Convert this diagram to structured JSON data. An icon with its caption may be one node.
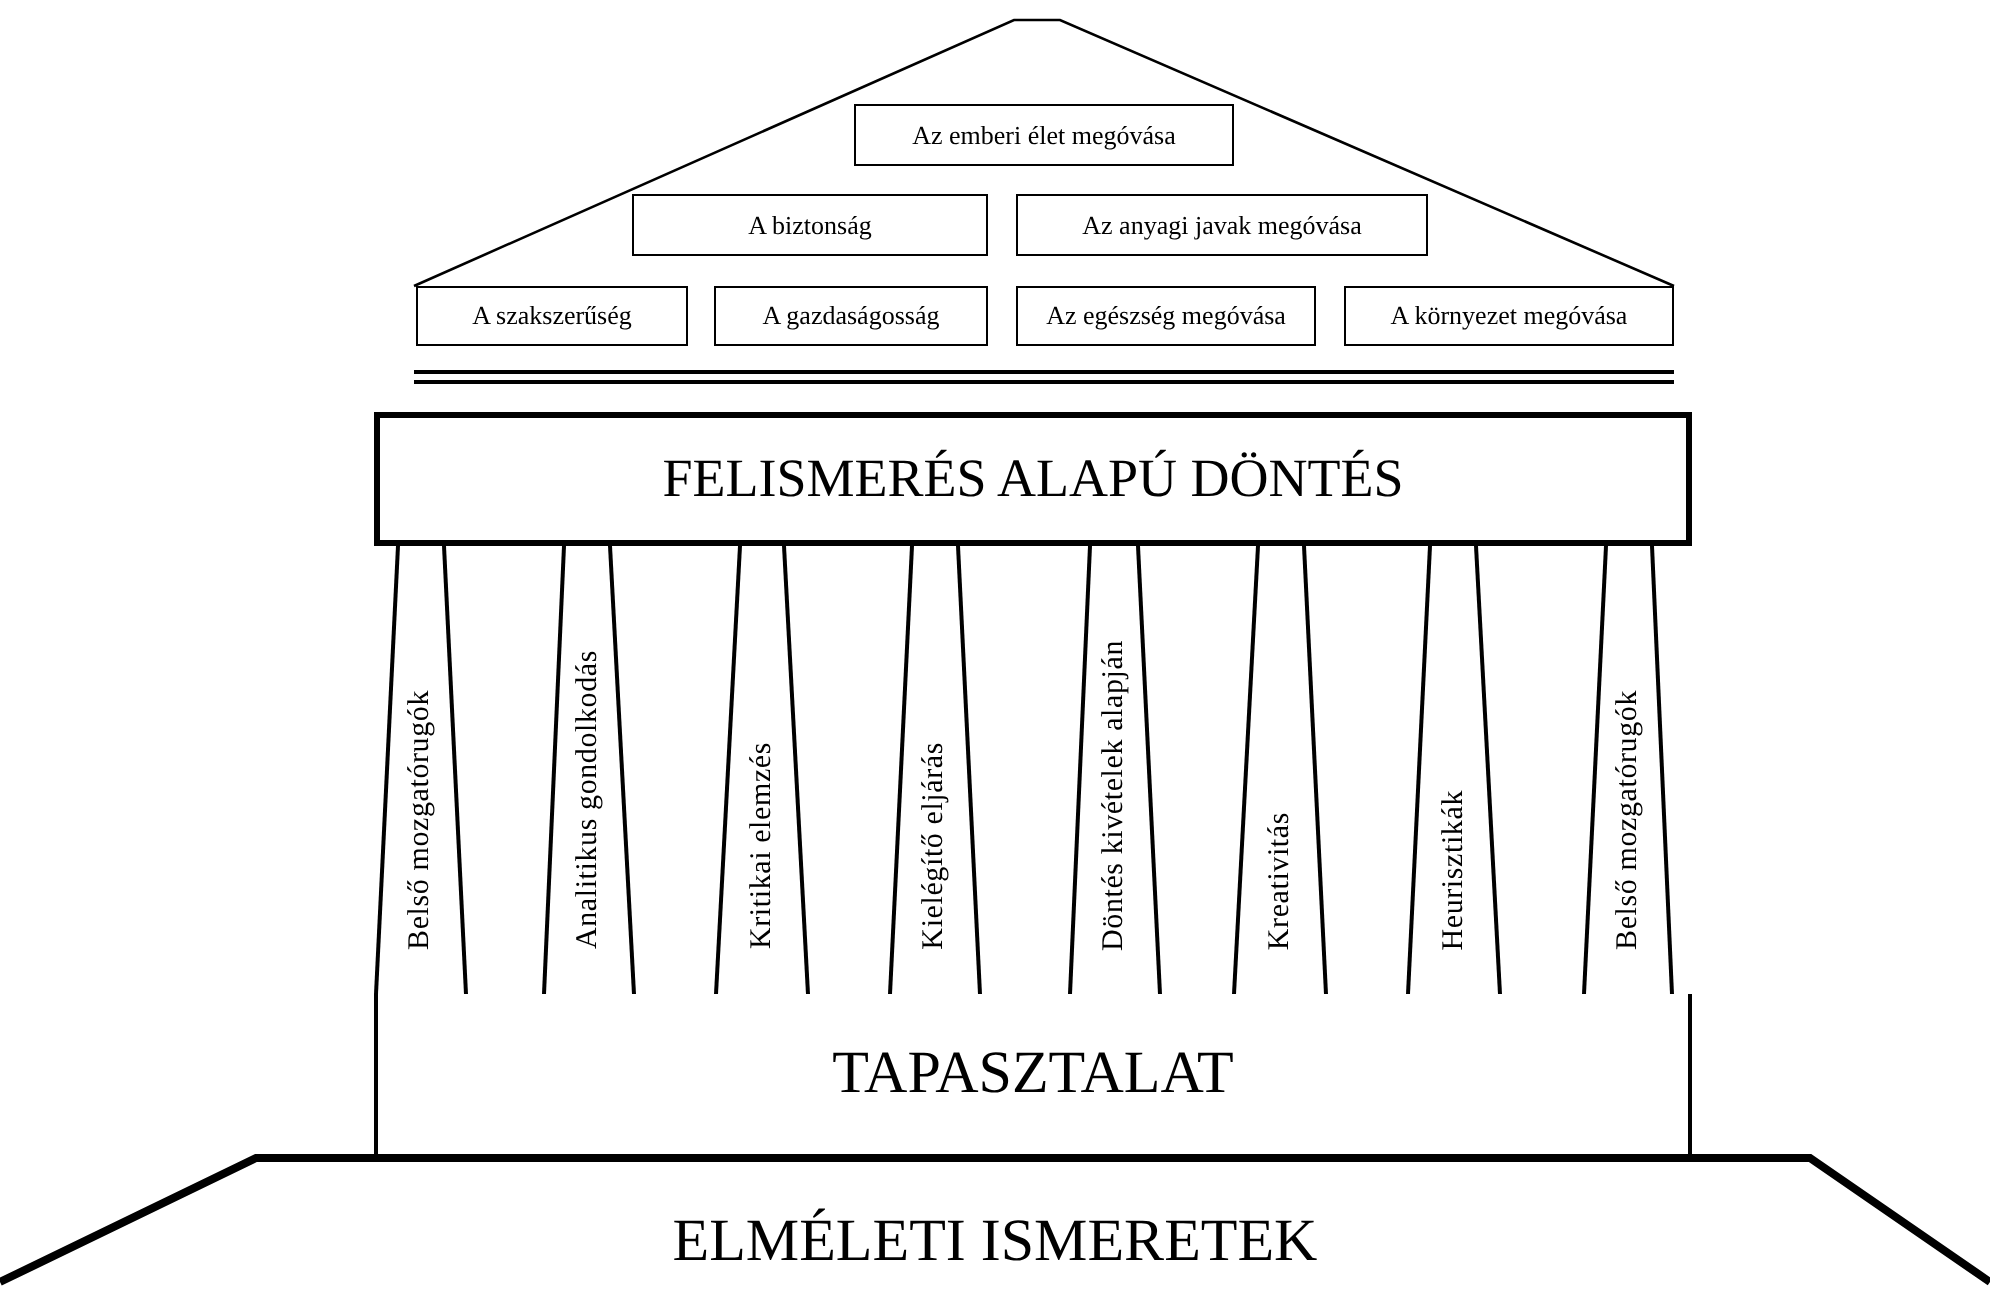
{
  "diagram": {
    "nodes": [
      {
        "text": [
          "Az emberi élet megóvása"
        ]
      },
      {
        "text": [
          "A biztonság"
        ]
      },
      {
        "text": [
          "Az anyagi javak megóvása"
        ]
      },
      {
        "text": [
          "A szakszerűség"
        ]
      },
      {
        "text": [
          "A gazdaságosság"
        ]
      },
      {
        "text": [
          "Az egészség megóvása"
        ]
      },
      {
        "text": [
          "A környezet megóvása"
        ]
      },
      {
        "text": [
          "FELISMERÉS ALAPÚ DÖNTÉS"
        ]
      },
      {
        "text": [
          "Belső mozgatórugók"
        ]
      },
      {
        "text": [
          "Analitikus gondolkodás"
        ]
      },
      {
        "text": [
          "Kritikai elemzés"
        ]
      },
      {
        "text": [
          "Kielégítő eljárás"
        ]
      },
      {
        "text": [
          "Döntés kivételek alapján"
        ]
      },
      {
        "text": [
          "Kreativitás"
        ]
      },
      {
        "text": [
          "Heurisztikák"
        ]
      },
      {
        "text": [
          "Belső mozgatórugók"
        ]
      },
      {
        "text": [
          "TAPASZTALAT"
        ]
      },
      {
        "text": [
          "ELMÉLETI ISMERETEK"
        ]
      }
    ]
  }
}
